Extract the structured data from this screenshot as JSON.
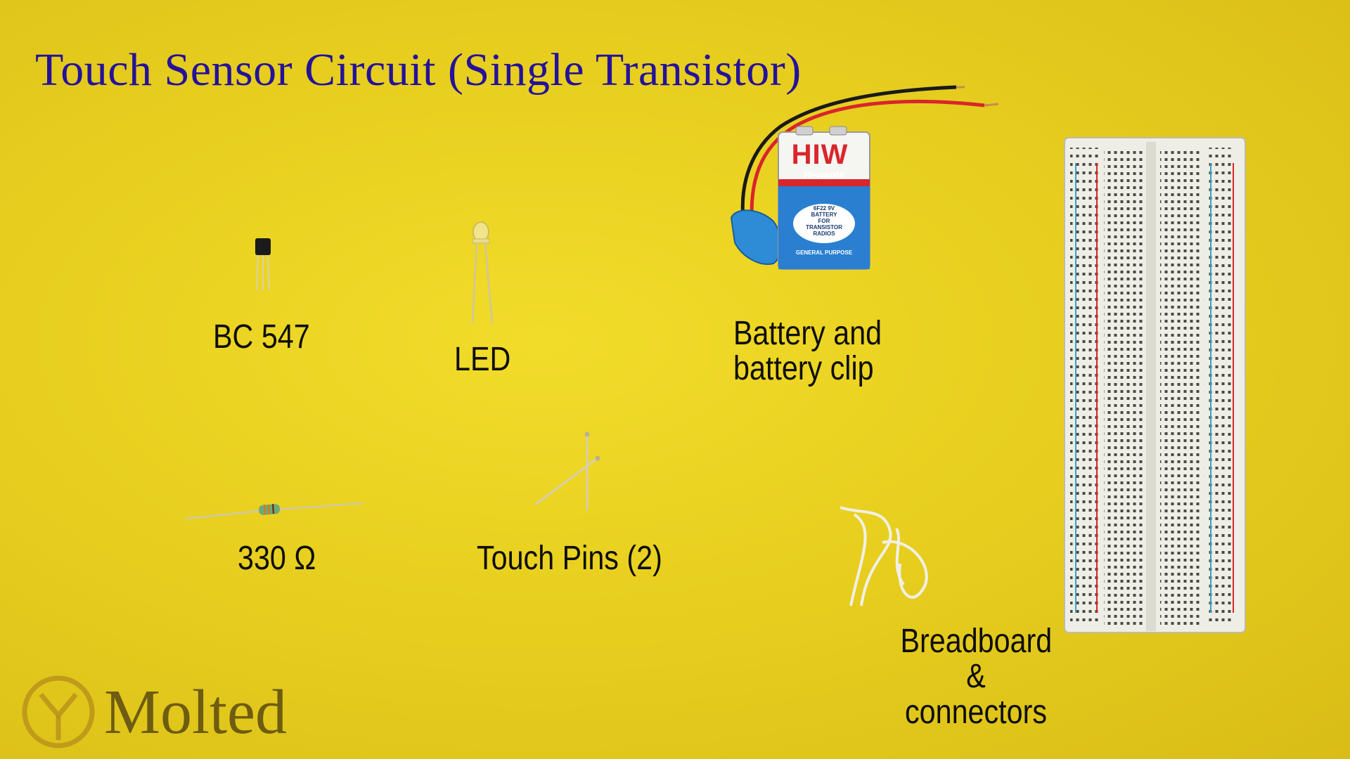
{
  "title": "Touch Sensor Circuit (Single Transistor)",
  "labels": {
    "transistor": "BC 547",
    "led": "LED",
    "battery_line1": "Battery and",
    "battery_line2": "battery clip",
    "resistor": "330 Ω",
    "touch_pins": "Touch Pins (2)",
    "breadboard_line1": "Breadboard",
    "breadboard_line2": "&",
    "breadboard_line3": "connectors"
  },
  "battery": {
    "brand": "HIW",
    "subbrand": "Hi-waote",
    "model_line1": "6F22 9V",
    "model_line2": "BATTERY",
    "model_line3": "FOR",
    "model_line4": "TRANSISTOR",
    "model_line5": "RADIOS",
    "purpose": "GENERAL PURPOSE"
  },
  "watermark": {
    "text": "Molted"
  },
  "colors": {
    "background": "#e8cf1f",
    "title": "#24129a",
    "label": "#0e0e0a",
    "battery_blue": "#2a7fd0",
    "battery_red": "#d8262b",
    "wire_red": "#d8262b",
    "wire_black": "#1a1a1a",
    "breadboard": "#efeee6",
    "watermark": "#5a4a10"
  }
}
